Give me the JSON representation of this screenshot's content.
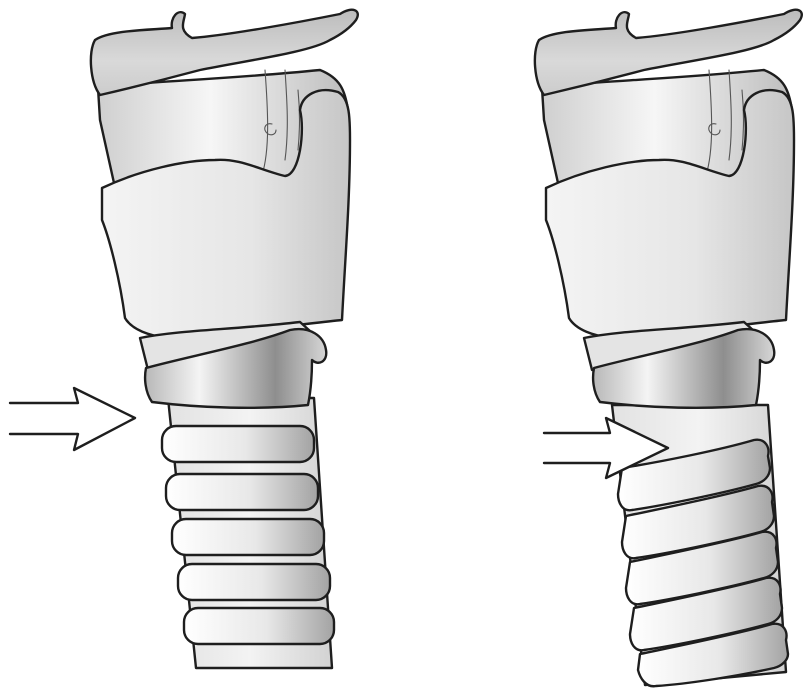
{
  "figure": {
    "background": "#ffffff",
    "line_color": "#1e1e1e",
    "panels": [
      {
        "id": "left",
        "trachea_rings": 5,
        "arrow_direction": "right"
      },
      {
        "id": "right",
        "trachea_rings": 5,
        "arrow_direction": "right"
      }
    ]
  }
}
